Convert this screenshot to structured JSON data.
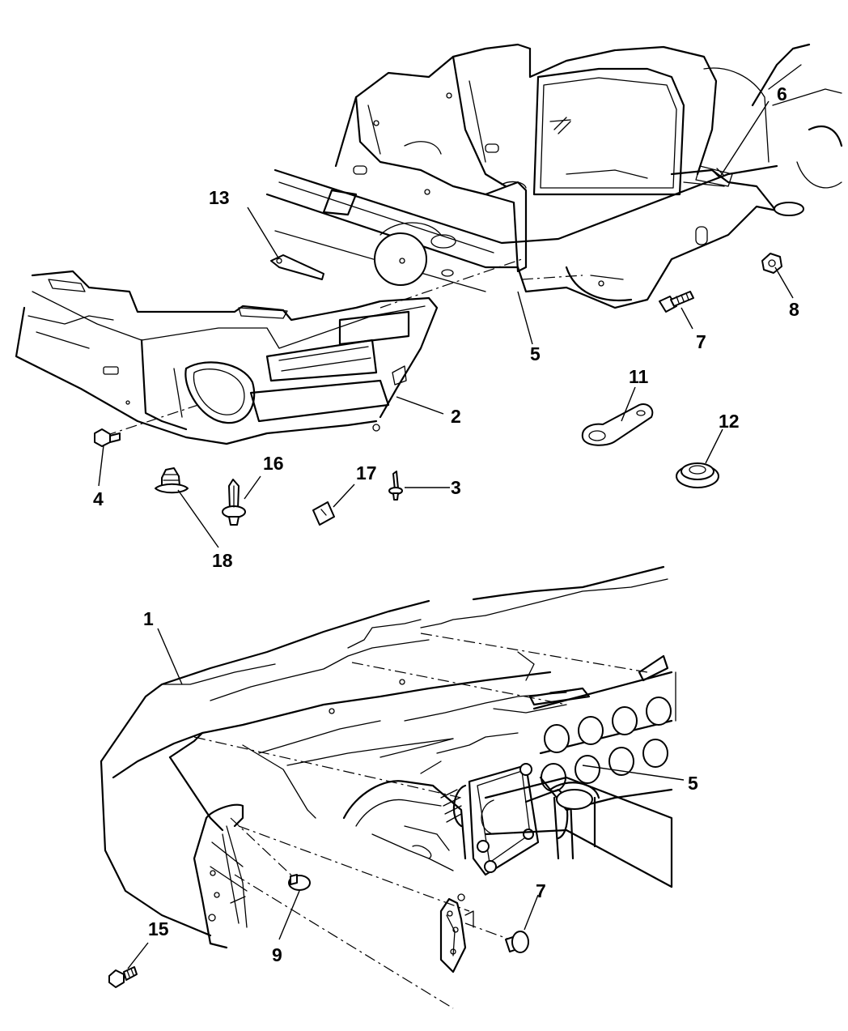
{
  "callouts": {
    "c1": "1",
    "c2": "2",
    "c3": "3",
    "c4": "4",
    "c5_top": "5",
    "c5_bottom": "5",
    "c6": "6",
    "c7_top": "7",
    "c7_bottom": "7",
    "c8": "8",
    "c9": "9",
    "c11": "11",
    "c12": "12",
    "c13": "13",
    "c15": "15",
    "c16": "16",
    "c17": "17",
    "c18": "18"
  }
}
